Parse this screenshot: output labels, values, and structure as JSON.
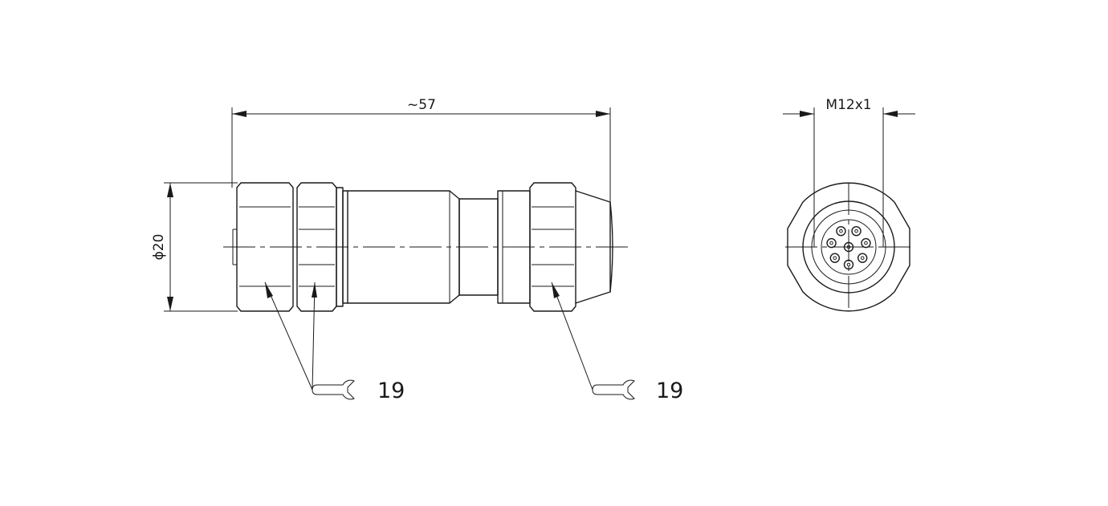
{
  "drawing": {
    "side_view": {
      "length_label": "~57",
      "diameter_label": "ϕ20",
      "wrench_labels": [
        "19",
        "19"
      ]
    },
    "front_view": {
      "thread_label": "M12x1",
      "pin_count": 8
    },
    "colors": {
      "line": "#1a1a1a",
      "background": "#ffffff"
    }
  }
}
